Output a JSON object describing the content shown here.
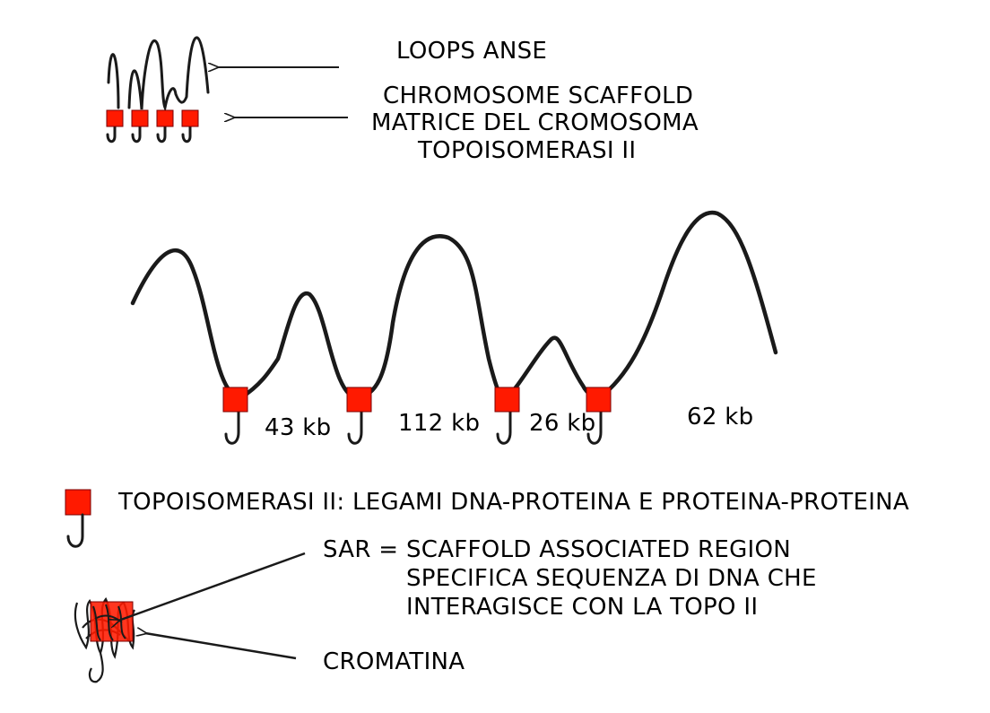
{
  "top": {
    "loops_label": "LOOPS ANSE",
    "scaffold_lines": [
      "CHROMOSOME SCAFFOLD",
      "MATRICE DEL CROMOSOMA",
      "TOPOISOMERASI II"
    ]
  },
  "loops": {
    "sizes": [
      "43 kb",
      "112 kb",
      "26 kb",
      "62 kb"
    ]
  },
  "legend": {
    "text": "TOPOISOMERASI II: LEGAMI DNA-PROTEINA E PROTEINA-PROTEINA"
  },
  "sar": {
    "lines": [
      "SAR = SCAFFOLD ASSOCIATED REGION",
      "SPECIFICA SEQUENZA DI DNA CHE",
      "INTERAGISCE CON LA TOPO II"
    ],
    "chromatin_label": "CROMATINA"
  },
  "colors": {
    "protein_fill": "#ff1a00",
    "line": "#1a1a1a"
  }
}
